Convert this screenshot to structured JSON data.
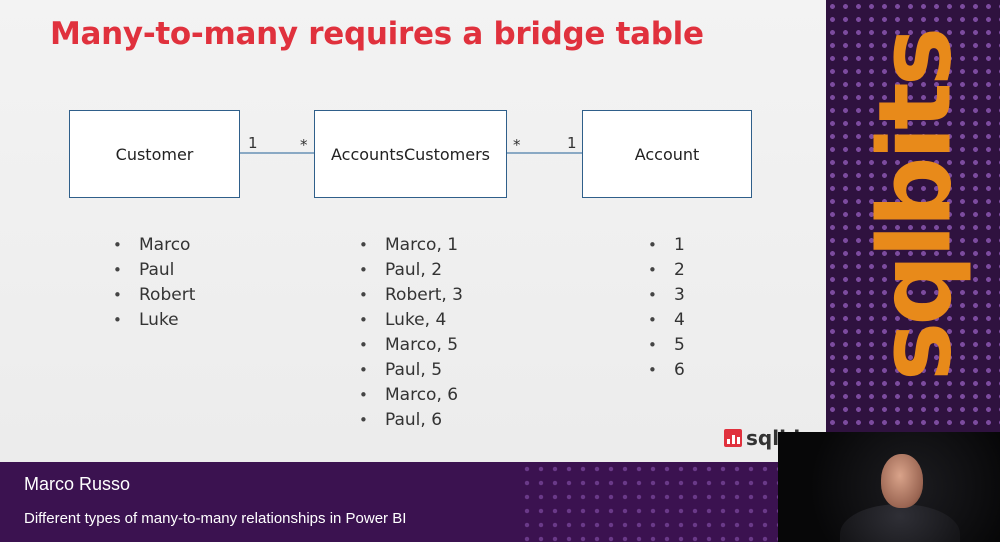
{
  "slide": {
    "title": "Many-to-many requires a bridge table",
    "entities": {
      "customer": "Customer",
      "bridge": "AccountsCustomers",
      "account": "Account"
    },
    "relationships": {
      "left": {
        "from_card": "1",
        "to_card": "*"
      },
      "right": {
        "from_card": "*",
        "to_card": "1"
      }
    },
    "lists": {
      "customers": [
        "Marco",
        "Paul",
        "Robert",
        "Luke"
      ],
      "bridge_rows": [
        "Marco, 1",
        "Paul, 2",
        "Robert, 3",
        "Luke, 4",
        "Marco, 5",
        "Paul, 5",
        "Marco, 6",
        "Paul, 6"
      ],
      "accounts": [
        "1",
        "2",
        "3",
        "4",
        "5",
        "6"
      ]
    },
    "logo_text": "sqlbi"
  },
  "sidebar": {
    "brand": "sqlbits"
  },
  "lower_third": {
    "speaker": "Marco Russo",
    "talk_title": "Different types of many-to-many relationships in Power BI"
  },
  "colors": {
    "title_red": "#e0313d",
    "brand_orange": "#e88a1a",
    "sidebar_purple": "#2f123f",
    "lower_third_purple": "#3b1250",
    "box_border": "#2f5f8a"
  },
  "icons": [
    "sqlbi-logo-icon"
  ]
}
